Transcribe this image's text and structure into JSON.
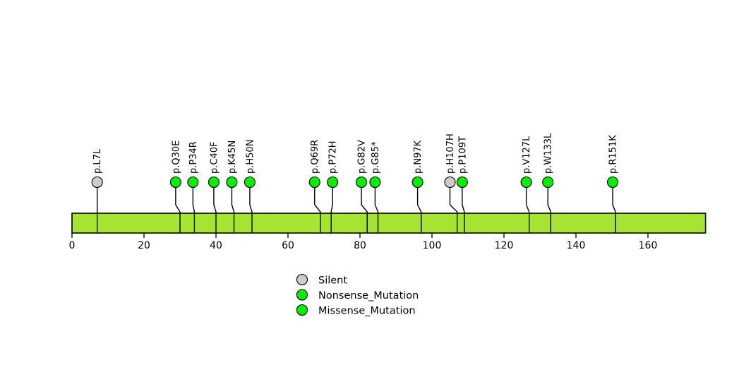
{
  "chart_data": {
    "type": "scatter",
    "subtype": "lollipop-mutation-diagram",
    "title": "",
    "xlabel": "",
    "ylabel": "",
    "xlim": [
      0,
      176
    ],
    "axis_ticks": [
      0,
      20,
      40,
      60,
      80,
      100,
      120,
      140,
      160
    ],
    "grid": false,
    "protein_length": 176,
    "protein_bar_color": "#A6E333",
    "background_color": "#FFFFFF",
    "legend": {
      "position": "bottom-center",
      "entries": [
        {
          "label": "Silent",
          "color": "#CCCCCC"
        },
        {
          "label": "Nonsense_Mutation",
          "color": "#00EE00"
        },
        {
          "label": "Missense_Mutation",
          "color": "#00EE00"
        }
      ]
    },
    "mutations": [
      {
        "label": "p.L7L",
        "position": 7,
        "count": 1,
        "type": "Silent",
        "color": "#CCCCCC",
        "label_position": 7
      },
      {
        "label": "p.Q30E",
        "position": 30,
        "count": 1,
        "type": "Missense_Mutation",
        "color": "#00EE00",
        "label_position": 28.8
      },
      {
        "label": "p.P34R",
        "position": 34,
        "count": 1,
        "type": "Missense_Mutation",
        "color": "#00EE00",
        "label_position": 33.6
      },
      {
        "label": "p.C40F",
        "position": 40,
        "count": 1,
        "type": "Missense_Mutation",
        "color": "#00EE00",
        "label_position": 39.4
      },
      {
        "label": "p.K45N",
        "position": 45,
        "count": 1,
        "type": "Missense_Mutation",
        "color": "#00EE00",
        "label_position": 44.4
      },
      {
        "label": "p.H50N",
        "position": 50,
        "count": 1,
        "type": "Missense_Mutation",
        "color": "#00EE00",
        "label_position": 49.4
      },
      {
        "label": "p.Q69R",
        "position": 69,
        "count": 1,
        "type": "Missense_Mutation",
        "color": "#00EE00",
        "label_position": 67.4
      },
      {
        "label": "p.P72H",
        "position": 72,
        "count": 1,
        "type": "Missense_Mutation",
        "color": "#00EE00",
        "label_position": 72.4
      },
      {
        "label": "p.G82V",
        "position": 82,
        "count": 1,
        "type": "Missense_Mutation",
        "color": "#00EE00",
        "label_position": 80.4
      },
      {
        "label": "p.G85*",
        "position": 85,
        "count": 1,
        "type": "Nonsense_Mutation",
        "color": "#00EE00",
        "label_position": 84.2
      },
      {
        "label": "p.N97K",
        "position": 97,
        "count": 1,
        "type": "Missense_Mutation",
        "color": "#00EE00",
        "label_position": 96.0
      },
      {
        "label": "p.H107H",
        "position": 107,
        "count": 1,
        "type": "Silent",
        "color": "#CCCCCC",
        "label_position": 105.0
      },
      {
        "label": "p.P109T",
        "position": 109,
        "count": 1,
        "type": "Missense_Mutation",
        "color": "#00EE00",
        "label_position": 108.4
      },
      {
        "label": "p.V127L",
        "position": 127,
        "count": 1,
        "type": "Missense_Mutation",
        "color": "#00EE00",
        "label_position": 126.2
      },
      {
        "label": "p.W133L",
        "position": 133,
        "count": 1,
        "type": "Missense_Mutation",
        "color": "#00EE00",
        "label_position": 132.2
      },
      {
        "label": "p.R151K",
        "position": 151,
        "count": 1,
        "type": "Missense_Mutation",
        "color": "#00EE00",
        "label_position": 150.2
      }
    ]
  }
}
